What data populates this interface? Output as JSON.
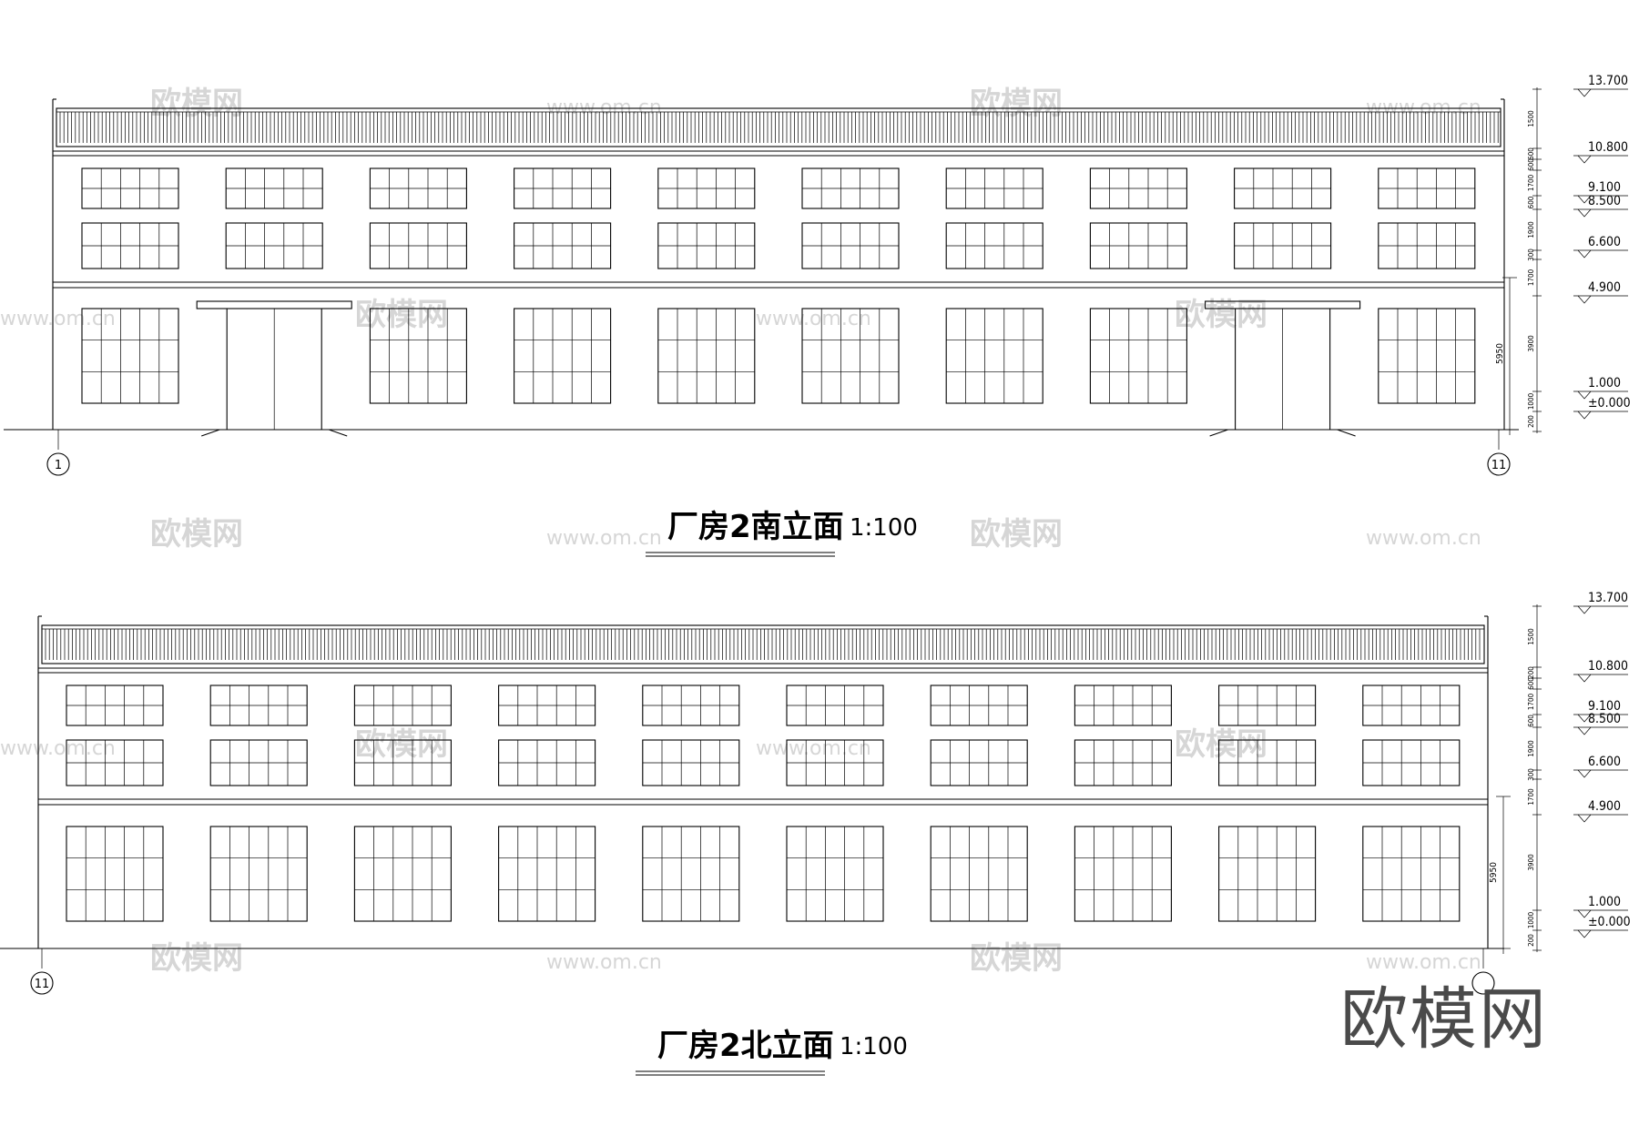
{
  "drawings": [
    {
      "title": "厂房2南立面",
      "scale": "1:100",
      "axis_left": "1",
      "axis_right": "11",
      "overall_dim": "5950",
      "levels": [
        "13.700",
        "10.800",
        "9.100",
        "8.500",
        "6.600",
        "4.900",
        "1.000",
        "±0.000"
      ],
      "segment_dims": [
        "1500",
        "600",
        "600",
        "1700",
        "600",
        "1900",
        "300",
        "1700",
        "3900",
        "1000",
        "200"
      ]
    },
    {
      "title": "厂房2北立面",
      "scale": "1:100",
      "axis_left": "11",
      "axis_right": "",
      "overall_dim": "5950",
      "levels": [
        "13.700",
        "10.800",
        "9.100",
        "8.500",
        "6.600",
        "4.900",
        "1.000",
        "±0.000"
      ],
      "segment_dims": [
        "1500",
        "200",
        "600",
        "1700",
        "600",
        "1900",
        "300",
        "1700",
        "3900",
        "1000",
        "200"
      ]
    }
  ],
  "watermark": {
    "logo_text": "欧模网",
    "url_text": "www.om.cn",
    "brand": "欧模网"
  }
}
